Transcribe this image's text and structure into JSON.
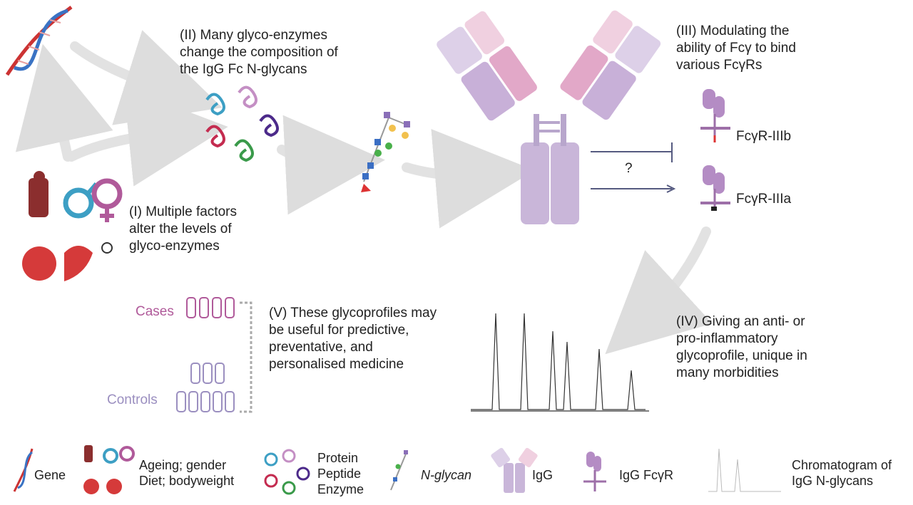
{
  "labels": {
    "step2": [
      "(II) Many glyco-enzymes",
      "change the composition of",
      "the IgG Fc N-glycans"
    ],
    "step3": [
      "(III) Modulating the",
      "ability of Fcγ to bind",
      "various FcγRs"
    ],
    "step1": [
      "(I) Multiple factors",
      "alter the levels of",
      "glyco-enzymes"
    ],
    "step4": [
      "(IV) Giving an anti- or",
      "pro-inflammatory",
      "glycoprofile, unique in",
      "many morbidities"
    ],
    "step5": [
      "(V) These glycoprofiles may",
      "be useful for predictive,",
      "preventative, and",
      "personalised medicine"
    ],
    "receptor_b": "FcγR-IIIb",
    "receptor_a": "FcγR-IIIa",
    "question": "?",
    "cases": "Cases",
    "controls": "Controls"
  },
  "legend": {
    "gene": "Gene",
    "factors": [
      "Ageing; gender",
      "Diet; bodyweight"
    ],
    "protein": [
      "Protein",
      "Peptide",
      "Enzyme"
    ],
    "nglycan": "N-glycan",
    "igg": "IgG",
    "fcgr": "IgG FcγR",
    "chromatogram": [
      "Chromatogram of",
      "IgG N-glycans"
    ]
  },
  "colors": {
    "arrow": "#d9d9d9",
    "cases": "#b05a9a",
    "controls": "#9b8fc0",
    "antibody": "#c9b6d9",
    "receptor": "#9d6fa8",
    "text": "#222222"
  }
}
